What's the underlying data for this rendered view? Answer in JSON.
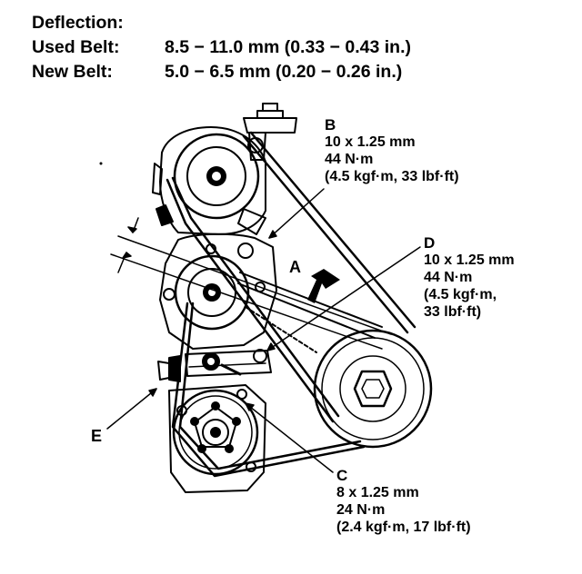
{
  "spec": {
    "title": "Deflection:",
    "used_label": "Used Belt:",
    "used_value": "8.5 − 11.0 mm (0.33 − 0.43 in.)",
    "new_label": "New Belt:",
    "new_value": "5.0 − 6.5 mm (0.20 − 0.26 in.)"
  },
  "callouts": {
    "A": {
      "letter": "A"
    },
    "B": {
      "letter": "B",
      "size": "10 x 1.25 mm",
      "torque": "44 N·m",
      "alt": "(4.5 kgf·m, 33 lbf·ft)"
    },
    "C": {
      "letter": "C",
      "size": "8 x 1.25 mm",
      "torque": "24 N·m",
      "alt": "(2.4 kgf·m, 17 lbf·ft)"
    },
    "D": {
      "letter": "D",
      "size": "10 x 1.25 mm",
      "torque": "44 N·m",
      "alt_1": "(4.5 kgf·m,",
      "alt_2": "33 lbf·ft)"
    },
    "E": {
      "letter": "E"
    }
  }
}
